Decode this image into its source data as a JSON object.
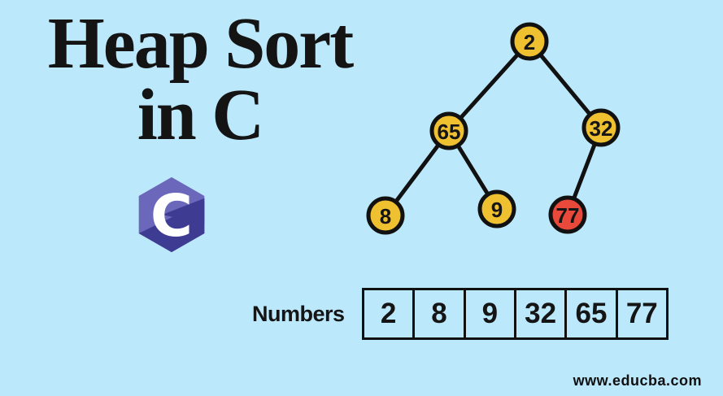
{
  "title": {
    "line1": "Heap Sort",
    "line2": "in C"
  },
  "logo": {
    "letter": "C",
    "light_color": "#6B68BC",
    "dark_color": "#3E3B92",
    "letter_color": "#FFFFFF"
  },
  "tree": {
    "nodes": [
      {
        "value": "2",
        "color": "#EFC02F"
      },
      {
        "value": "65",
        "color": "#EFC02F"
      },
      {
        "value": "32",
        "color": "#EFC02F"
      },
      {
        "value": "8",
        "color": "#EFC02F"
      },
      {
        "value": "9",
        "color": "#EFC02F"
      },
      {
        "value": "77",
        "color": "#E8493A"
      }
    ],
    "edges": [
      {
        "from": "2",
        "to": "65"
      },
      {
        "from": "2",
        "to": "32"
      },
      {
        "from": "65",
        "to": "8"
      },
      {
        "from": "65",
        "to": "9"
      },
      {
        "from": "32",
        "to": "77"
      }
    ]
  },
  "numbers_row": {
    "label": "Numbers",
    "values": [
      "2",
      "8",
      "9",
      "32",
      "65",
      "77"
    ]
  },
  "footer": {
    "website": "www.educba.com"
  },
  "colors": {
    "background": "#BCE8FB",
    "node_yellow": "#EFC02F",
    "node_red": "#E8493A",
    "line_black": "#111111"
  }
}
